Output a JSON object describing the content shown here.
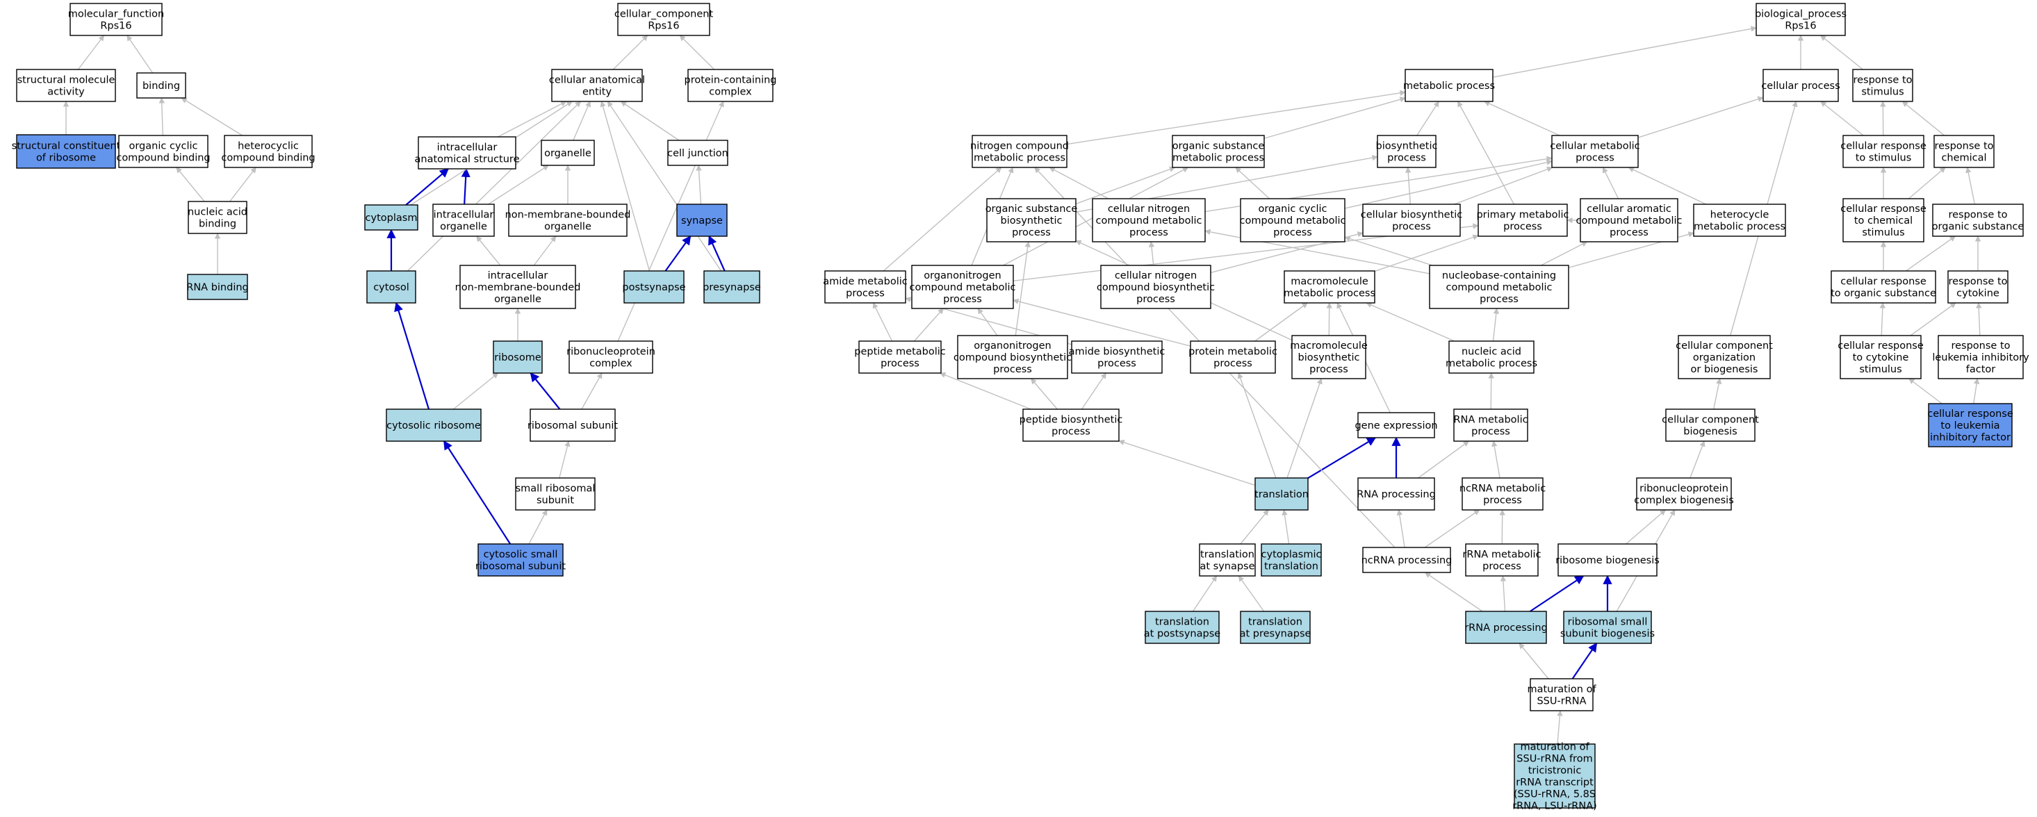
{
  "colors": {
    "default": "#ffffff",
    "light": "#add8e6",
    "strong": "#6495ed",
    "edge": "#c0c0c0",
    "highlight": "#0000cd"
  },
  "nodes": [
    {
      "id": "mf",
      "lines": [
        "molecular_function",
        "Rps16"
      ],
      "fill": "default"
    },
    {
      "id": "sma",
      "lines": [
        "structural molecule",
        "activity"
      ],
      "fill": "default"
    },
    {
      "id": "binding",
      "lines": [
        "binding"
      ],
      "fill": "default"
    },
    {
      "id": "scr",
      "lines": [
        "structural constituent",
        "of ribosome"
      ],
      "fill": "strong"
    },
    {
      "id": "occb",
      "lines": [
        "organic cyclic",
        "compound binding"
      ],
      "fill": "default"
    },
    {
      "id": "hcb",
      "lines": [
        "heterocyclic",
        "compound binding"
      ],
      "fill": "default"
    },
    {
      "id": "nab",
      "lines": [
        "nucleic acid",
        "binding"
      ],
      "fill": "default"
    },
    {
      "id": "rnab",
      "lines": [
        "RNA binding"
      ],
      "fill": "light"
    },
    {
      "id": "cc",
      "lines": [
        "cellular_component",
        "Rps16"
      ],
      "fill": "default"
    },
    {
      "id": "cae",
      "lines": [
        "cellular anatomical",
        "entity"
      ],
      "fill": "default"
    },
    {
      "id": "pcc",
      "lines": [
        "protein-containing",
        "complex"
      ],
      "fill": "default"
    },
    {
      "id": "ias",
      "lines": [
        "intracellular",
        "anatomical structure"
      ],
      "fill": "default"
    },
    {
      "id": "organelle",
      "lines": [
        "organelle"
      ],
      "fill": "default"
    },
    {
      "id": "celljunction",
      "lines": [
        "cell junction"
      ],
      "fill": "default"
    },
    {
      "id": "cytoplasm",
      "lines": [
        "cytoplasm"
      ],
      "fill": "light"
    },
    {
      "id": "intorg",
      "lines": [
        "intracellular",
        "organelle"
      ],
      "fill": "default"
    },
    {
      "id": "nmbo",
      "lines": [
        "non-membrane-bounded",
        "organelle"
      ],
      "fill": "default"
    },
    {
      "id": "synapse",
      "lines": [
        "synapse"
      ],
      "fill": "strong"
    },
    {
      "id": "cytosol",
      "lines": [
        "cytosol"
      ],
      "fill": "light"
    },
    {
      "id": "inmbo",
      "lines": [
        "intracellular",
        "non-membrane-bounded",
        "organelle"
      ],
      "fill": "default"
    },
    {
      "id": "postsynapse",
      "lines": [
        "postsynapse"
      ],
      "fill": "light"
    },
    {
      "id": "presynapse",
      "lines": [
        "presynapse"
      ],
      "fill": "light"
    },
    {
      "id": "ribosome",
      "lines": [
        "ribosome"
      ],
      "fill": "light"
    },
    {
      "id": "rnpc",
      "lines": [
        "ribonucleoprotein",
        "complex"
      ],
      "fill": "default"
    },
    {
      "id": "cytribo",
      "lines": [
        "cytosolic ribosome"
      ],
      "fill": "light"
    },
    {
      "id": "ribsub",
      "lines": [
        "ribosomal subunit"
      ],
      "fill": "default"
    },
    {
      "id": "smallribsub",
      "lines": [
        "small ribosomal",
        "subunit"
      ],
      "fill": "default"
    },
    {
      "id": "cssrs",
      "lines": [
        "cytosolic small",
        "ribosomal subunit"
      ],
      "fill": "strong"
    },
    {
      "id": "bp",
      "lines": [
        "biological_process",
        "Rps16"
      ],
      "fill": "default"
    },
    {
      "id": "metproc",
      "lines": [
        "metabolic process"
      ],
      "fill": "default"
    },
    {
      "id": "cellproc",
      "lines": [
        "cellular process"
      ],
      "fill": "default"
    },
    {
      "id": "rts",
      "lines": [
        "response to",
        "stimulus"
      ],
      "fill": "default"
    },
    {
      "id": "ncmp",
      "lines": [
        "nitrogen compound",
        "metabolic process"
      ],
      "fill": "default"
    },
    {
      "id": "osmp",
      "lines": [
        "organic substance",
        "metabolic process"
      ],
      "fill": "default"
    },
    {
      "id": "biosyn",
      "lines": [
        "biosynthetic",
        "process"
      ],
      "fill": "default"
    },
    {
      "id": "cmp",
      "lines": [
        "cellular metabolic",
        "process"
      ],
      "fill": "default"
    },
    {
      "id": "crts",
      "lines": [
        "cellular response",
        "to stimulus"
      ],
      "fill": "default"
    },
    {
      "id": "rtc",
      "lines": [
        "response to",
        "chemical"
      ],
      "fill": "default"
    },
    {
      "id": "osbp",
      "lines": [
        "organic substance",
        "biosynthetic",
        "process"
      ],
      "fill": "default"
    },
    {
      "id": "cncmp",
      "lines": [
        "cellular nitrogen",
        "compound metabolic",
        "process"
      ],
      "fill": "default"
    },
    {
      "id": "occmp",
      "lines": [
        "organic cyclic",
        "compound metabolic",
        "process"
      ],
      "fill": "default"
    },
    {
      "id": "cbp",
      "lines": [
        "cellular biosynthetic",
        "process"
      ],
      "fill": "default"
    },
    {
      "id": "pmp",
      "lines": [
        "primary metabolic",
        "process"
      ],
      "fill": "default"
    },
    {
      "id": "cacmp",
      "lines": [
        "cellular aromatic",
        "compound metabolic",
        "process"
      ],
      "fill": "default"
    },
    {
      "id": "hmp",
      "lines": [
        "heterocycle",
        "metabolic process"
      ],
      "fill": "default"
    },
    {
      "id": "crtcs",
      "lines": [
        "cellular response",
        "to chemical",
        "stimulus"
      ],
      "fill": "default"
    },
    {
      "id": "rtos",
      "lines": [
        "response to",
        "organic substance"
      ],
      "fill": "default"
    },
    {
      "id": "amp",
      "lines": [
        "amide metabolic",
        "process"
      ],
      "fill": "default"
    },
    {
      "id": "oncmp",
      "lines": [
        "organonitrogen",
        "compound metabolic",
        "process"
      ],
      "fill": "default"
    },
    {
      "id": "cncbp",
      "lines": [
        "cellular nitrogen",
        "compound biosynthetic",
        "process"
      ],
      "fill": "default"
    },
    {
      "id": "mmp",
      "lines": [
        "macromolecule",
        "metabolic process"
      ],
      "fill": "default"
    },
    {
      "id": "nbccmp",
      "lines": [
        "nucleobase-containing",
        "compound metabolic",
        "process"
      ],
      "fill": "default"
    },
    {
      "id": "crtos",
      "lines": [
        "cellular response",
        "to organic substance"
      ],
      "fill": "default"
    },
    {
      "id": "rtcyt",
      "lines": [
        "response to",
        "cytokine"
      ],
      "fill": "default"
    },
    {
      "id": "pepmp",
      "lines": [
        "peptide metabolic",
        "process"
      ],
      "fill": "default"
    },
    {
      "id": "oncbp",
      "lines": [
        "organonitrogen",
        "compound biosynthetic",
        "process"
      ],
      "fill": "default"
    },
    {
      "id": "abp",
      "lines": [
        "amide biosynthetic",
        "process"
      ],
      "fill": "default"
    },
    {
      "id": "protmp",
      "lines": [
        "protein metabolic",
        "process"
      ],
      "fill": "default"
    },
    {
      "id": "mbp",
      "lines": [
        "macromolecule",
        "biosynthetic",
        "process"
      ],
      "fill": "default"
    },
    {
      "id": "namp",
      "lines": [
        "nucleic acid",
        "metabolic process"
      ],
      "fill": "default"
    },
    {
      "id": "ccob",
      "lines": [
        "cellular component",
        "organization",
        "or biogenesis"
      ],
      "fill": "default"
    },
    {
      "id": "crtcs2",
      "lines": [
        "cellular response",
        "to cytokine",
        "stimulus"
      ],
      "fill": "default"
    },
    {
      "id": "rtlif",
      "lines": [
        "response to",
        "leukemia inhibitory",
        "factor"
      ],
      "fill": "default"
    },
    {
      "id": "pepbp",
      "lines": [
        "peptide biosynthetic",
        "process"
      ],
      "fill": "default"
    },
    {
      "id": "geneexpr",
      "lines": [
        "gene expression"
      ],
      "fill": "default"
    },
    {
      "id": "rnamp",
      "lines": [
        "RNA metabolic",
        "process"
      ],
      "fill": "default"
    },
    {
      "id": "ccbio",
      "lines": [
        "cellular component",
        "biogenesis"
      ],
      "fill": "default"
    },
    {
      "id": "crtlif",
      "lines": [
        "cellular response",
        "to leukemia",
        "inhibitory factor"
      ],
      "fill": "strong"
    },
    {
      "id": "translation",
      "lines": [
        "translation"
      ],
      "fill": "light"
    },
    {
      "id": "rnaproc",
      "lines": [
        "RNA processing"
      ],
      "fill": "default"
    },
    {
      "id": "ncrnamp",
      "lines": [
        "ncRNA metabolic",
        "process"
      ],
      "fill": "default"
    },
    {
      "id": "rnpcb",
      "lines": [
        "ribonucleoprotein",
        "complex biogenesis"
      ],
      "fill": "default"
    },
    {
      "id": "tas",
      "lines": [
        "translation",
        "at synapse"
      ],
      "fill": "default"
    },
    {
      "id": "cyttrans",
      "lines": [
        "cytoplasmic",
        "translation"
      ],
      "fill": "light"
    },
    {
      "id": "ncrnaproc",
      "lines": [
        "ncRNA processing"
      ],
      "fill": "default"
    },
    {
      "id": "rrnamp",
      "lines": [
        "rRNA metabolic",
        "process"
      ],
      "fill": "default"
    },
    {
      "id": "ribobio",
      "lines": [
        "ribosome biogenesis"
      ],
      "fill": "default"
    },
    {
      "id": "tapost",
      "lines": [
        "translation",
        "at postsynapse"
      ],
      "fill": "light"
    },
    {
      "id": "tapre",
      "lines": [
        "translation",
        "at presynapse"
      ],
      "fill": "light"
    },
    {
      "id": "rrnaproc",
      "lines": [
        "rRNA processing"
      ],
      "fill": "light"
    },
    {
      "id": "rssb",
      "lines": [
        "ribosomal small",
        "subunit biogenesis"
      ],
      "fill": "light"
    },
    {
      "id": "matssu",
      "lines": [
        "maturation of",
        "SSU-rRNA"
      ],
      "fill": "default"
    },
    {
      "id": "matssutri",
      "lines": [
        "maturation of",
        "SSU-rRNA from",
        "tricistronic",
        "rRNA transcript",
        "(SSU-rRNA, 5.8S",
        "rRNA, LSU-rRNA)"
      ],
      "fill": "light"
    }
  ],
  "edges": [
    [
      "sma",
      "mf",
      "n"
    ],
    [
      "binding",
      "mf",
      "n"
    ],
    [
      "scr",
      "sma",
      "n"
    ],
    [
      "occb",
      "binding",
      "n"
    ],
    [
      "hcb",
      "binding",
      "n"
    ],
    [
      "nab",
      "occb",
      "n"
    ],
    [
      "nab",
      "hcb",
      "n"
    ],
    [
      "rnab",
      "nab",
      "n"
    ],
    [
      "cae",
      "cc",
      "n"
    ],
    [
      "pcc",
      "cc",
      "n"
    ],
    [
      "ias",
      "cae",
      "n"
    ],
    [
      "organelle",
      "cae",
      "n"
    ],
    [
      "celljunction",
      "cae",
      "n"
    ],
    [
      "cytoplasm",
      "ias",
      "h"
    ],
    [
      "intorg",
      "ias",
      "h"
    ],
    [
      "intorg",
      "organelle",
      "n"
    ],
    [
      "nmbo",
      "organelle",
      "n"
    ],
    [
      "synapse",
      "celljunction",
      "n"
    ],
    [
      "cytosol",
      "cytoplasm",
      "h"
    ],
    [
      "inmbo",
      "intorg",
      "n"
    ],
    [
      "inmbo",
      "nmbo",
      "n"
    ],
    [
      "postsynapse",
      "synapse",
      "h"
    ],
    [
      "presynapse",
      "synapse",
      "h"
    ],
    [
      "ribosome",
      "inmbo",
      "n"
    ],
    [
      "rnpc",
      "pcc",
      "n"
    ],
    [
      "cytribo",
      "ribosome",
      "n"
    ],
    [
      "ribsub",
      "ribosome",
      "h"
    ],
    [
      "ribsub",
      "rnpc",
      "n"
    ],
    [
      "cytribo",
      "cytosol",
      "h"
    ],
    [
      "smallribsub",
      "ribsub",
      "n"
    ],
    [
      "cssrs",
      "cytribo",
      "h"
    ],
    [
      "cssrs",
      "smallribsub",
      "n"
    ],
    [
      "cytoplasm",
      "cae",
      "n"
    ],
    [
      "cytosol",
      "cae",
      "n"
    ],
    [
      "postsynapse",
      "cae",
      "n"
    ],
    [
      "presynapse",
      "cae",
      "n"
    ],
    [
      "metproc",
      "bp",
      "n"
    ],
    [
      "cellproc",
      "bp",
      "n"
    ],
    [
      "rts",
      "bp",
      "n"
    ],
    [
      "ncmp",
      "metproc",
      "n"
    ],
    [
      "osmp",
      "metproc",
      "n"
    ],
    [
      "biosyn",
      "metproc",
      "n"
    ],
    [
      "cmp",
      "metproc",
      "n"
    ],
    [
      "cmp",
      "cellproc",
      "n"
    ],
    [
      "crts",
      "cellproc",
      "n"
    ],
    [
      "crts",
      "rts",
      "n"
    ],
    [
      "rtc",
      "rts",
      "n"
    ],
    [
      "osbp",
      "osmp",
      "n"
    ],
    [
      "osbp",
      "biosyn",
      "n"
    ],
    [
      "cncmp",
      "ncmp",
      "n"
    ],
    [
      "cncmp",
      "cmp",
      "n"
    ],
    [
      "occmp",
      "osmp",
      "n"
    ],
    [
      "cbp",
      "biosyn",
      "n"
    ],
    [
      "cbp",
      "cmp",
      "n"
    ],
    [
      "pmp",
      "metproc",
      "n"
    ],
    [
      "cacmp",
      "cmp",
      "n"
    ],
    [
      "hmp",
      "cmp",
      "n"
    ],
    [
      "crtcs",
      "crts",
      "n"
    ],
    [
      "crtcs",
      "rtc",
      "n"
    ],
    [
      "rtos",
      "rtc",
      "n"
    ],
    [
      "amp",
      "ncmp",
      "n"
    ],
    [
      "oncmp",
      "ncmp",
      "n"
    ],
    [
      "oncmp",
      "pmp",
      "n"
    ],
    [
      "cncbp",
      "cncmp",
      "n"
    ],
    [
      "mmp",
      "pmp",
      "n"
    ],
    [
      "nbccmp",
      "occmp",
      "n"
    ],
    [
      "nbccmp",
      "cacmp",
      "n"
    ],
    [
      "nbccmp",
      "hmp",
      "n"
    ],
    [
      "crtos",
      "crtcs",
      "n"
    ],
    [
      "crtos",
      "rtos",
      "n"
    ],
    [
      "rtcyt",
      "rtos",
      "n"
    ],
    [
      "pepmp",
      "amp",
      "n"
    ],
    [
      "pepmp",
      "oncmp",
      "n"
    ],
    [
      "oncbp",
      "oncmp",
      "n"
    ],
    [
      "oncbp",
      "osbp",
      "n"
    ],
    [
      "abp",
      "amp",
      "n"
    ],
    [
      "protmp",
      "oncmp",
      "n"
    ],
    [
      "protmp",
      "mmp",
      "n"
    ],
    [
      "mbp",
      "mmp",
      "n"
    ],
    [
      "mbp",
      "osbp",
      "n"
    ],
    [
      "namp",
      "mmp",
      "n"
    ],
    [
      "namp",
      "nbccmp",
      "n"
    ],
    [
      "ccob",
      "cellproc",
      "n"
    ],
    [
      "crtcs2",
      "crtos",
      "n"
    ],
    [
      "crtcs2",
      "rtcyt",
      "n"
    ],
    [
      "rtlif",
      "rtcyt",
      "n"
    ],
    [
      "pepbp",
      "pepmp",
      "n"
    ],
    [
      "pepbp",
      "oncbp",
      "n"
    ],
    [
      "pepbp",
      "abp",
      "n"
    ],
    [
      "geneexpr",
      "mmp",
      "n"
    ],
    [
      "rnamp",
      "namp",
      "n"
    ],
    [
      "ccbio",
      "ccob",
      "n"
    ],
    [
      "crtlif",
      "crtcs2",
      "n"
    ],
    [
      "crtlif",
      "rtlif",
      "n"
    ],
    [
      "translation",
      "pepbp",
      "n"
    ],
    [
      "translation",
      "geneexpr",
      "h"
    ],
    [
      "translation",
      "protmp",
      "n"
    ],
    [
      "translation",
      "mbp",
      "n"
    ],
    [
      "rnaproc",
      "geneexpr",
      "h"
    ],
    [
      "rnaproc",
      "rnamp",
      "n"
    ],
    [
      "ncrnamp",
      "rnamp",
      "n"
    ],
    [
      "rnpcb",
      "ccbio",
      "n"
    ],
    [
      "tas",
      "translation",
      "n"
    ],
    [
      "cyttrans",
      "translation",
      "n"
    ],
    [
      "ncrnaproc",
      "rnaproc",
      "n"
    ],
    [
      "ncrnaproc",
      "ncrnamp",
      "n"
    ],
    [
      "rrnamp",
      "ncrnamp",
      "n"
    ],
    [
      "ribobio",
      "rnpcb",
      "n"
    ],
    [
      "tapost",
      "tas",
      "n"
    ],
    [
      "tapre",
      "tas",
      "n"
    ],
    [
      "rrnaproc",
      "ncrnaproc",
      "n"
    ],
    [
      "rrnaproc",
      "rrnamp",
      "n"
    ],
    [
      "rrnaproc",
      "ribobio",
      "h"
    ],
    [
      "rssb",
      "ribobio",
      "h"
    ],
    [
      "rssb",
      "rnpcb",
      "n"
    ],
    [
      "matssu",
      "rrnaproc",
      "n"
    ],
    [
      "matssu",
      "rssb",
      "h"
    ],
    [
      "matssutri",
      "matssu",
      "n"
    ],
    [
      "ncrnaproc",
      "ncmp",
      "n"
    ],
    [
      "occmp",
      "cmp",
      "n"
    ],
    [
      "oncmp",
      "osmp",
      "n"
    ],
    [
      "cacmp",
      "pmp",
      "n"
    ],
    [
      "cncbp",
      "cbp",
      "n"
    ],
    [
      "nbccmp",
      "cncmp",
      "n"
    ]
  ]
}
